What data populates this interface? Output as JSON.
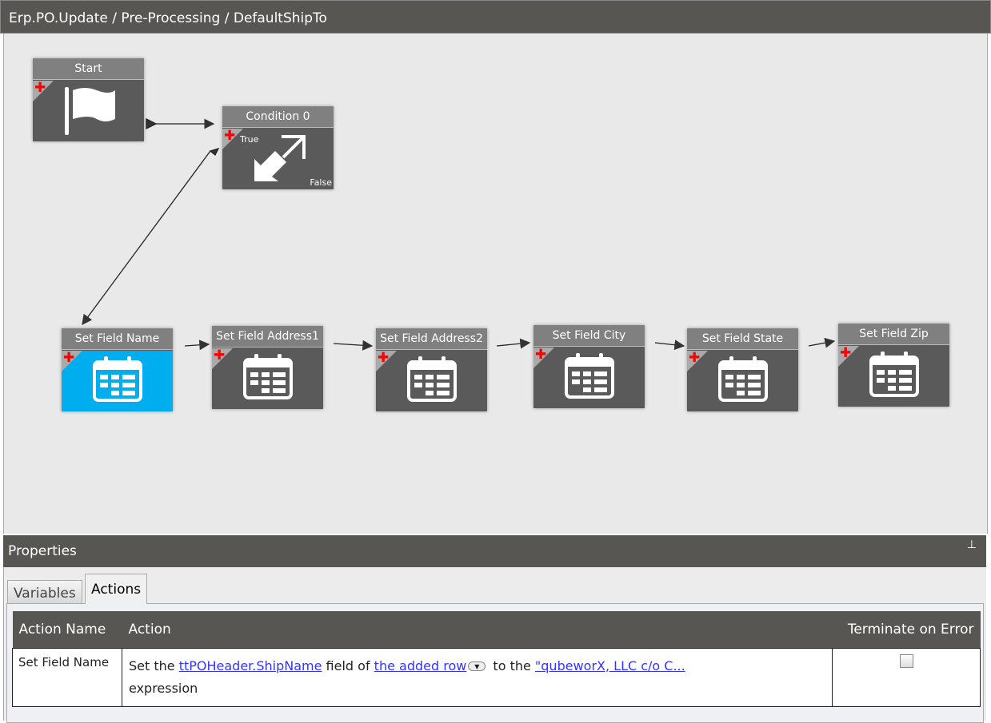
{
  "title": "Erp.PO.Update / Pre-Processing / DefaultShipTo",
  "nodes": {
    "start": "Start",
    "condition": {
      "label": "Condition 0",
      "true": "True",
      "false": "False"
    },
    "set_fields": [
      "Set Field Name",
      "Set Field Address1",
      "Set Field Address2",
      "Set Field City",
      "Set Field State",
      "Set Field Zip"
    ]
  },
  "selected_node": "Set Field Name",
  "properties": {
    "title": "Properties",
    "tabs": [
      "Variables",
      "Actions"
    ],
    "active_tab": "Actions",
    "columns": [
      "Action Name",
      "Action",
      "Terminate on Error"
    ],
    "rows": [
      {
        "name": "Set Field Name",
        "t1": "Set the ",
        "link1": "ttPOHeader.ShipName",
        "t2": " field of ",
        "link2": "the added row",
        "t3": " to the ",
        "link3": "\"qubeworX, LLC c/o C...",
        "t4": "expression",
        "terminate_on_error": false
      }
    ]
  },
  "colors": {
    "header": "#585653",
    "selected": "#00aeef",
    "node": "#5a5a5a"
  }
}
